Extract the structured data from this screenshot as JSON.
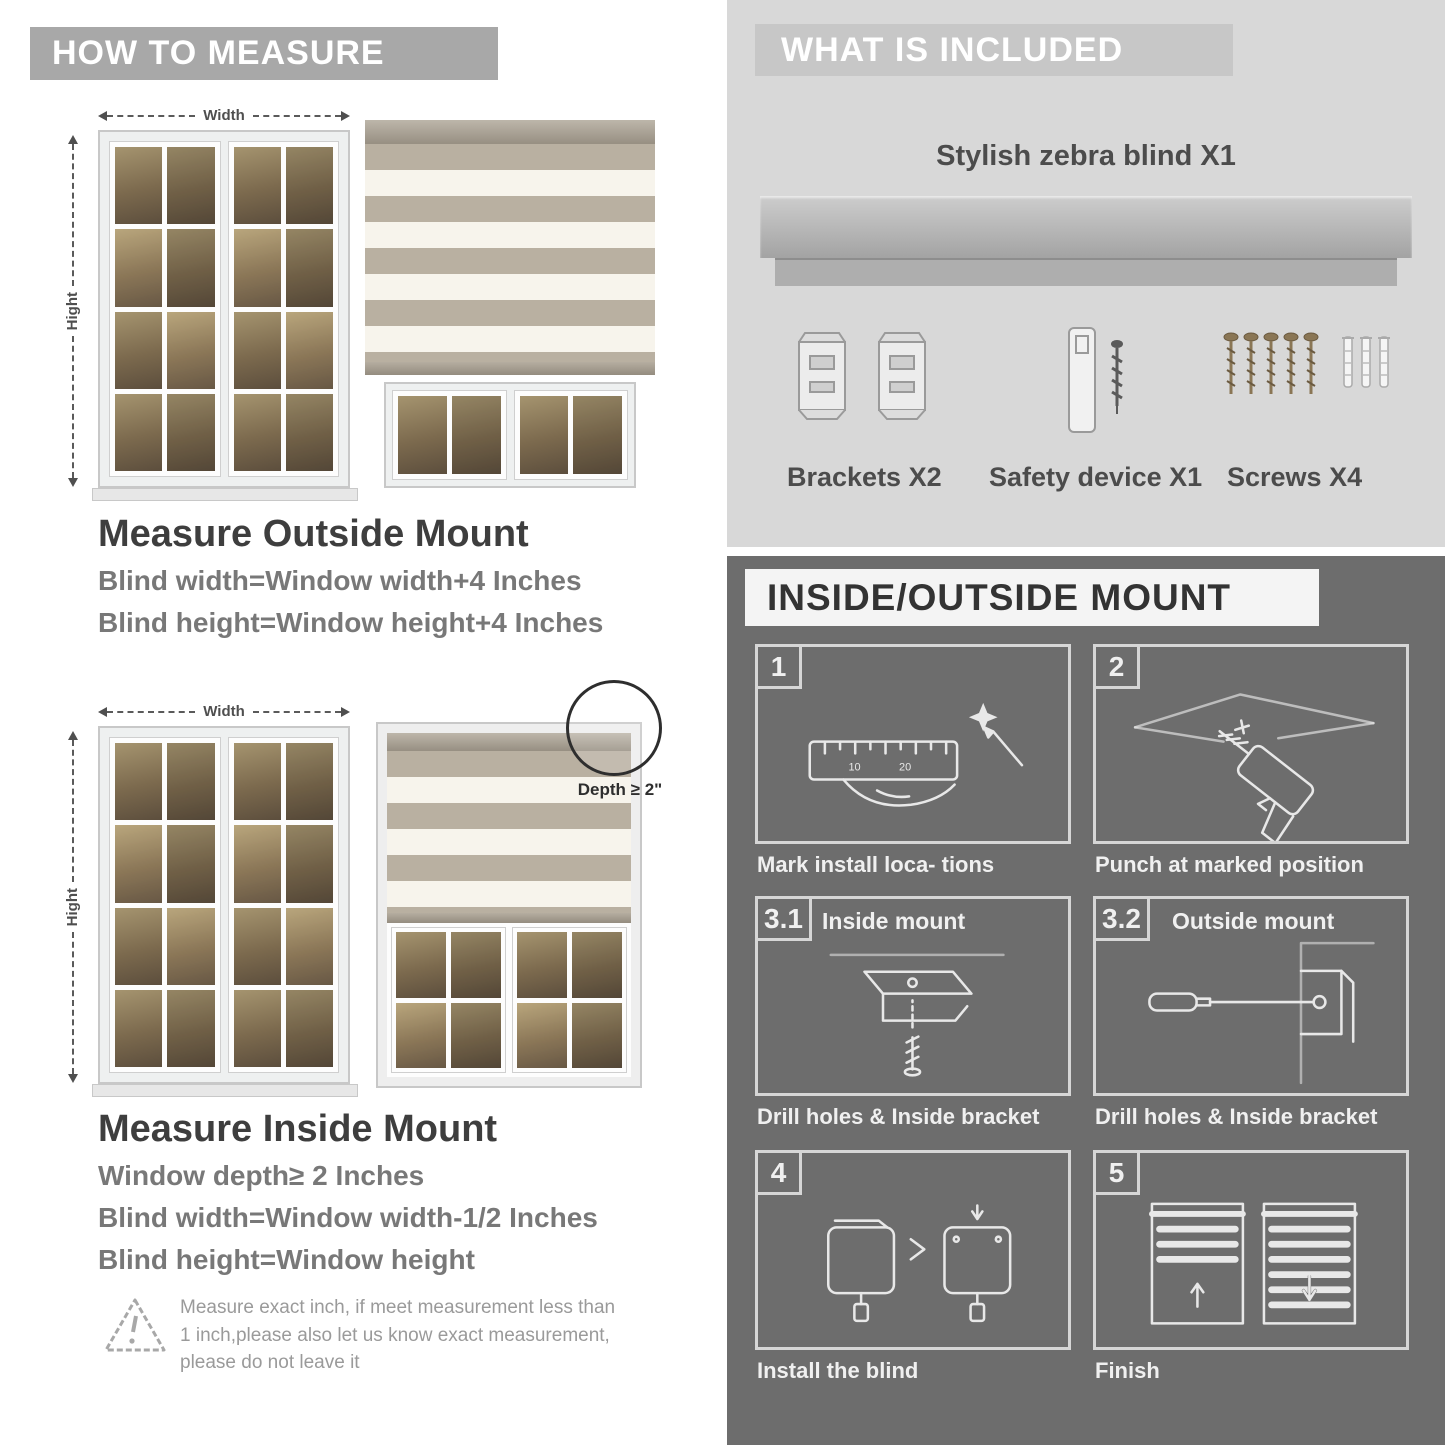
{
  "left": {
    "header": "HOW TO MEASURE",
    "labels": {
      "width": "Width",
      "height": "Hight",
      "depth": "Depth ≥ 2\""
    },
    "outside": {
      "title": "Measure Outside Mount",
      "lines": [
        "Blind width=Window width+4 Inches",
        "Blind height=Window height+4 Inches"
      ]
    },
    "inside": {
      "title": "Measure Inside Mount",
      "lines": [
        "Window depth≥ 2 Inches",
        "Blind width=Window width-1/2 Inches",
        "Blind height=Window height"
      ]
    },
    "warning_text": "Measure exact inch, if meet measurement less than 1 inch,please also let us know exact measurement, please do not leave it"
  },
  "right": {
    "included": {
      "header": "WHAT IS INCLUDED",
      "blind_label": "Stylish zebra blind X1",
      "items": [
        {
          "label": "Brackets X2"
        },
        {
          "label": "Safety device X1"
        },
        {
          "label": "Screws X4"
        }
      ]
    },
    "mount": {
      "header": "INSIDE/OUTSIDE MOUNT",
      "steps": [
        {
          "num": "1",
          "title": "",
          "caption": "Mark install loca- tions"
        },
        {
          "num": "2",
          "title": "",
          "caption": "Punch at marked position"
        },
        {
          "num": "3.1",
          "title": "Inside mount",
          "caption": "Drill holes & Inside bracket"
        },
        {
          "num": "3.2",
          "title": "Outside mount",
          "caption": "Drill holes & Inside bracket"
        },
        {
          "num": "4",
          "title": "",
          "caption": "Install the blind"
        },
        {
          "num": "5",
          "title": "",
          "caption": "Finish"
        }
      ]
    }
  },
  "colors": {
    "banner_gray": "#a8a8a8",
    "panel_light": "#d8d8d8",
    "panel_dark": "#6d6d6d",
    "text_dark": "#3e3e3e"
  }
}
